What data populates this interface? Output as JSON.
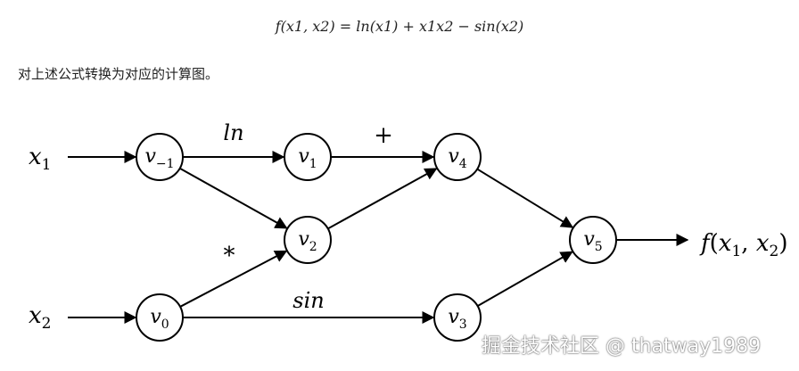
{
  "formula": "f(x1, x2) = ln(x1) + x1x2 − sin(x2)",
  "caption": "对上述公式转换为对应的计算图。",
  "graph": {
    "inputs": [
      {
        "id": "x1",
        "base": "x",
        "sub": "1"
      },
      {
        "id": "x2",
        "base": "x",
        "sub": "2"
      }
    ],
    "nodes": [
      {
        "id": "vm1",
        "base": "v",
        "sub": "−1"
      },
      {
        "id": "v0",
        "base": "v",
        "sub": "0"
      },
      {
        "id": "v1",
        "base": "v",
        "sub": "1"
      },
      {
        "id": "v2",
        "base": "v",
        "sub": "2"
      },
      {
        "id": "v3",
        "base": "v",
        "sub": "3"
      },
      {
        "id": "v4",
        "base": "v",
        "sub": "4"
      },
      {
        "id": "v5",
        "base": "v",
        "sub": "5"
      }
    ],
    "edges": [
      {
        "from": "x1",
        "to": "vm1"
      },
      {
        "from": "x2",
        "to": "v0"
      },
      {
        "from": "vm1",
        "to": "v1"
      },
      {
        "from": "vm1",
        "to": "v2"
      },
      {
        "from": "v0",
        "to": "v2"
      },
      {
        "from": "v0",
        "to": "v3"
      },
      {
        "from": "v1",
        "to": "v4"
      },
      {
        "from": "v2",
        "to": "v4"
      },
      {
        "from": "v4",
        "to": "v5"
      },
      {
        "from": "v3",
        "to": "v5"
      },
      {
        "from": "v5",
        "to": "out"
      }
    ],
    "op_labels": {
      "ln": "ln",
      "plus": "+",
      "times": "*",
      "sin": "sin"
    },
    "output": {
      "f": "f",
      "lp": "(",
      "x": "x",
      "s1": "1",
      "comma": ", ",
      "s2": "2",
      "rp": ")"
    }
  },
  "watermark": "掘金技术社区 @ thatway1989"
}
